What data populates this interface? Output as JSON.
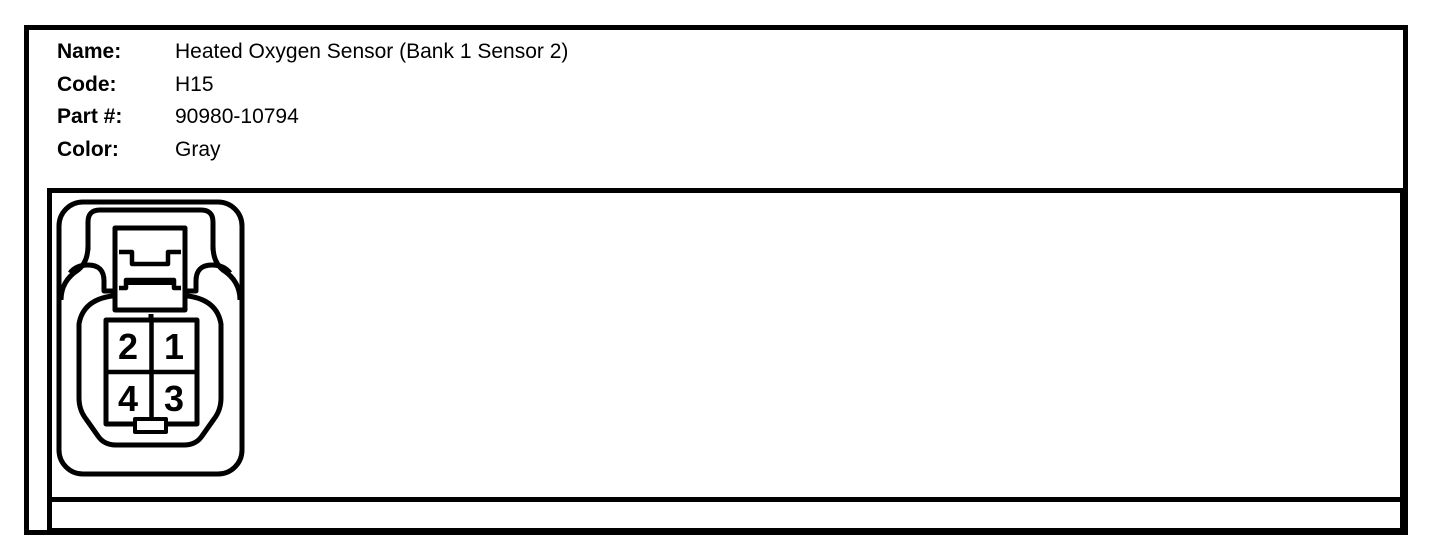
{
  "header": {
    "fields": [
      {
        "label": "Name:",
        "value": "Heated Oxygen Sensor (Bank 1 Sensor 2)"
      },
      {
        "label": "Code:",
        "value": "H15"
      },
      {
        "label": "Part #:",
        "value": "90980-10794"
      },
      {
        "label": "Color:",
        "value": "Gray"
      }
    ]
  },
  "connector": {
    "description": "4-pin connector face view, female housing with top latch",
    "pins": [
      "2",
      "1",
      "4",
      "3"
    ],
    "pin_grid_rows": 2,
    "pin_grid_cols": 2
  },
  "colors": {
    "ink": "#000000",
    "background": "#ffffff"
  }
}
